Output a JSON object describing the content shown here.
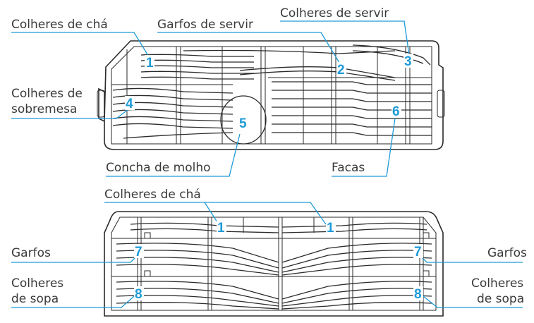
{
  "colors": {
    "accent": "#1e9ad6",
    "line": "#2a2a2a",
    "text": "#3a3a3a"
  },
  "top_basket": {
    "labels": {
      "teaspoons": "Colheres de chá",
      "serving_forks": "Garfos de servir",
      "serving_spoons": "Colheres de servir",
      "dessert_spoons_line1": "Colheres de",
      "dessert_spoons_line2": "sobremesa",
      "gravy_ladle": "Concha de molho",
      "knives": "Facas"
    },
    "numbers": {
      "teaspoons": "1",
      "serving_forks": "2",
      "serving_spoons": "3",
      "dessert_spoons": "4",
      "gravy_ladle": "5",
      "knives": "6"
    }
  },
  "bottom_basket": {
    "labels": {
      "teaspoons": "Colheres de chá",
      "forks_left": "Garfos",
      "forks_right": "Garfos",
      "soup_spoons_left_line1": "Colheres",
      "soup_spoons_left_line2": "de sopa",
      "soup_spoons_right_line1": "Colheres",
      "soup_spoons_right_line2": "de sopa"
    },
    "numbers": {
      "teaspoons_left": "1",
      "teaspoons_right": "1",
      "forks_left": "7",
      "forks_right": "7",
      "soup_spoons_left": "8",
      "soup_spoons_right": "8"
    }
  }
}
